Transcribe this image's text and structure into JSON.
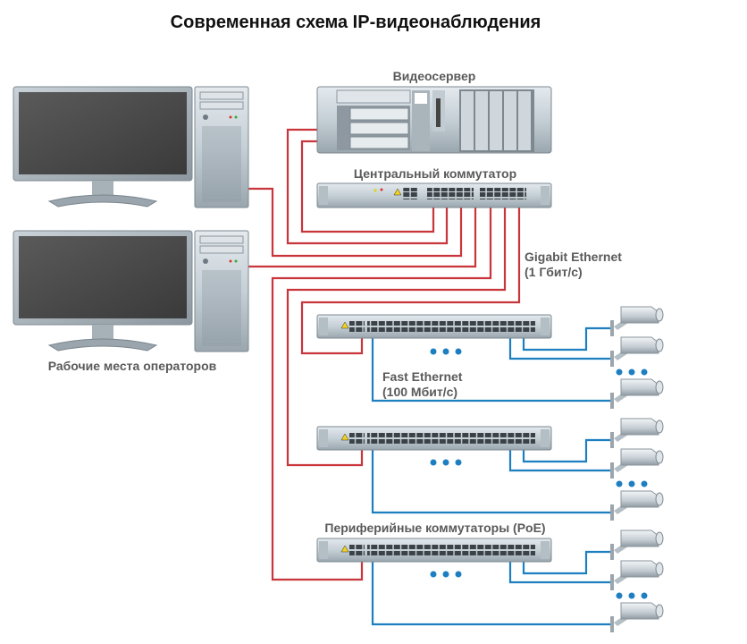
{
  "title": "Современная схема IP-видеонаблюдения",
  "labels": {
    "video_server": "Видеосервер",
    "central_switch": "Центральный коммутатор",
    "gigabit_line1": "Gigabit Ethernet",
    "gigabit_line2": "(1 Гбит/с)",
    "fast_line1": "Fast Ethernet",
    "fast_line2": "(100 Мбит/с)",
    "workstations": "Рабочие места операторов",
    "peripheral_switches": "Периферийные коммутаторы (PoE)"
  },
  "colors": {
    "gigabit_link": "#c8353b",
    "fast_link": "#1e7fc0"
  },
  "icons": [
    "monitor-icon",
    "tower-pc-icon",
    "server-icon",
    "switch-icon",
    "ip-camera-icon",
    "ellipsis-icon"
  ]
}
